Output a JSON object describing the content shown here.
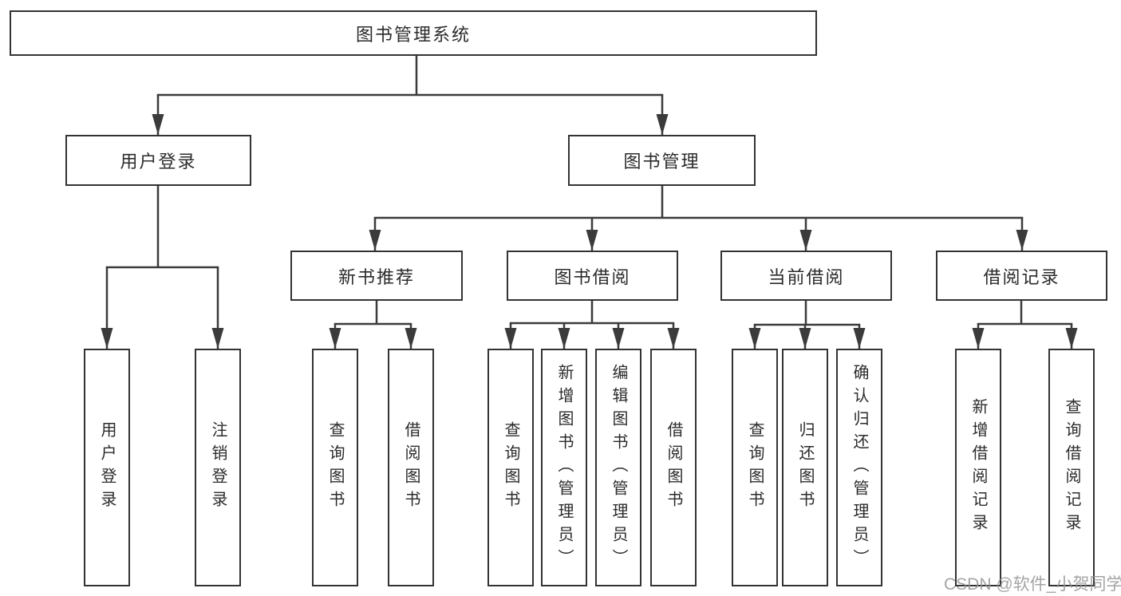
{
  "root": {
    "label": "图书管理系统"
  },
  "level2": [
    {
      "label": "用户登录"
    },
    {
      "label": "图书管理"
    }
  ],
  "level3": [
    {
      "label": "新书推荐"
    },
    {
      "label": "图书借阅"
    },
    {
      "label": "当前借阅"
    },
    {
      "label": "借阅记录"
    }
  ],
  "leaves": {
    "user_login": [
      "用户登录",
      "注销登录"
    ],
    "new_book": [
      "查询图书",
      "借阅图书"
    ],
    "book_borrow": [
      "查询图书",
      "新增图书（管理员）",
      "编辑图书（管理员）",
      "借阅图书"
    ],
    "current_borrow": [
      "查询图书",
      "归还图书",
      "确认归还（管理员）"
    ],
    "borrow_records": [
      "新增借阅记录",
      "查询借阅记录"
    ]
  },
  "watermark": "CSDN @软件_小贺同学",
  "colors": {
    "line": "#3b3b3b",
    "box_border": "#333333",
    "text": "#2b2b2b",
    "watermark": "#949494",
    "background": "#ffffff"
  }
}
